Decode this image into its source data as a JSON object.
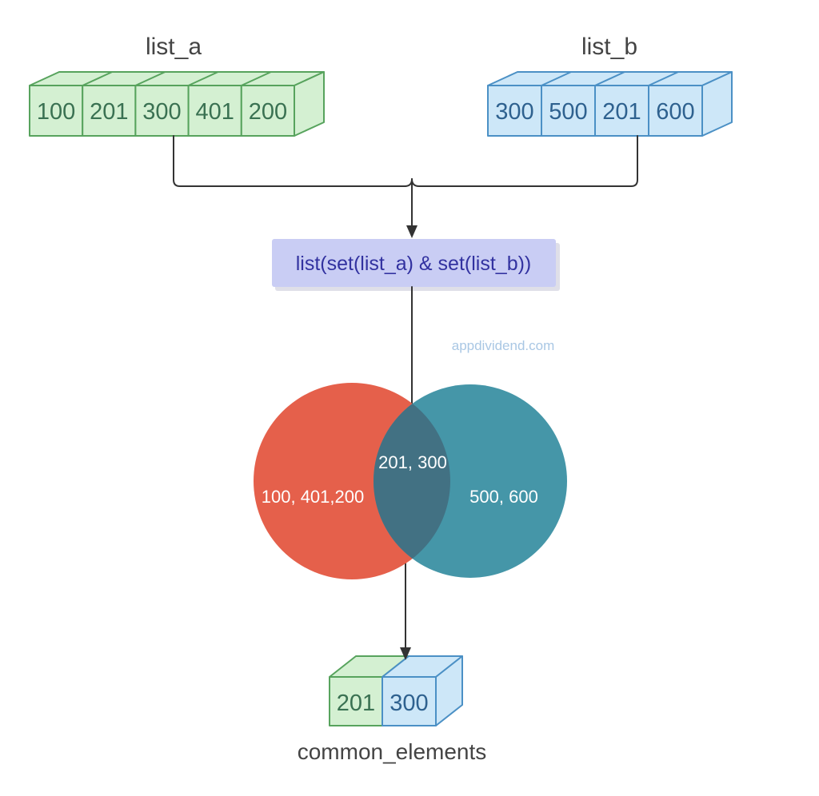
{
  "diagram": {
    "list_a": {
      "title": "list_a",
      "values": [
        "100",
        "201",
        "300",
        "401",
        "200"
      ]
    },
    "list_b": {
      "title": "list_b",
      "values": [
        "300",
        "500",
        "201",
        "600"
      ]
    },
    "operation": "list(set(list_a) & set(list_b))",
    "watermark": "appdividend.com",
    "venn": {
      "left_only_label": "100, 401,200",
      "intersection_label": "201, 300",
      "right_only_label": "500, 600"
    },
    "result": {
      "title": "common_elements",
      "values": [
        "201",
        "300"
      ]
    },
    "colors": {
      "green_fill": "#d4f0d2",
      "green_stroke": "#57a35d",
      "green_text": "#3a7152",
      "blue_fill": "#cde7f8",
      "blue_stroke": "#4b90c5",
      "blue_text": "#2e618f",
      "code_fill": "#c9cdf4",
      "code_text": "#3232a0",
      "venn_left": "#e5604b",
      "venn_right": "#4596a8",
      "venn_overlap": "#427183",
      "venn_label": "#ffffff",
      "connector": "#333333",
      "heading": "#444444",
      "watermark": "#a9c7e4"
    }
  }
}
